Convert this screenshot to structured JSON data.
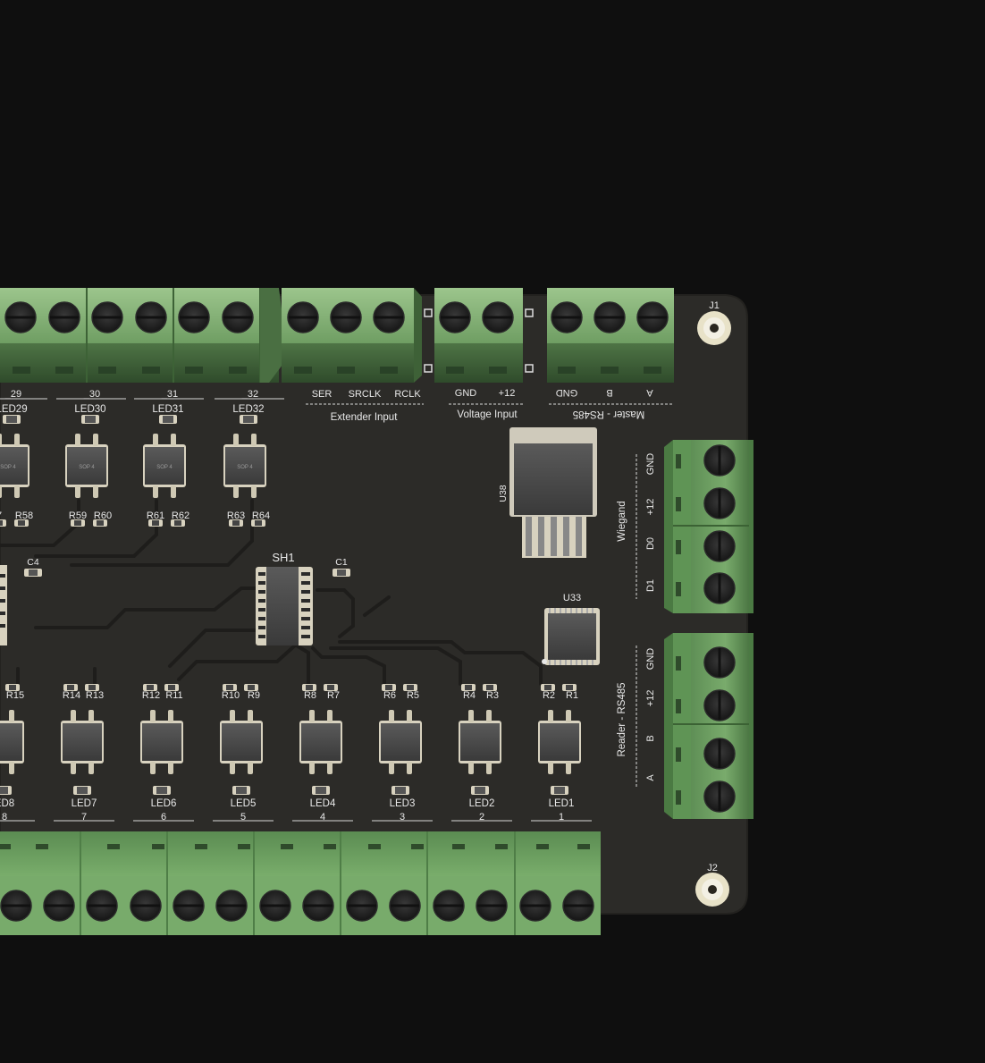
{
  "board": {
    "mount_holes": [
      {
        "label": "J1"
      },
      {
        "label": "J2"
      }
    ],
    "top_channels": [
      {
        "num": "_29",
        "led": "LED29",
        "r1": "7",
        "r2": "R58"
      },
      {
        "num": "_30",
        "led": "LED30",
        "r1": "R59",
        "r2": "R60"
      },
      {
        "num": "_31",
        "led": "LED31",
        "r1": "R61",
        "r2": "R62"
      },
      {
        "num": "_32",
        "led": "LED32",
        "r1": "R63",
        "r2": "R64"
      }
    ],
    "bottom_channels": [
      {
        "led": "ED8",
        "num": "8",
        "r1": "5",
        "r2": "R15"
      },
      {
        "led": "LED7",
        "num": "7",
        "r1": "R14",
        "r2": "R13"
      },
      {
        "led": "LED6",
        "num": "6",
        "r1": "R12",
        "r2": "R11"
      },
      {
        "led": "LED5",
        "num": "5",
        "r1": "R10",
        "r2": "R9"
      },
      {
        "led": "LED4",
        "num": "4",
        "r1": "R8",
        "r2": "R7"
      },
      {
        "led": "LED3",
        "num": "3",
        "r1": "R6",
        "r2": "R5"
      },
      {
        "led": "LED2",
        "num": "2",
        "r1": "R4",
        "r2": "R3"
      },
      {
        "led": "LED1",
        "num": "1",
        "r1": "R2",
        "r2": "R1"
      }
    ],
    "chips": {
      "sh1": "SH1",
      "c1": "C1",
      "c4": "C4",
      "u33": "U33",
      "u38": "U38",
      "sop_label": "SOP 4"
    },
    "extender_input": {
      "title": "Extender Input",
      "pins": [
        "SER",
        "SRCLK",
        "RCLK"
      ]
    },
    "voltage_input": {
      "title": "Voltage Input",
      "pins": [
        "GND",
        "+12"
      ]
    },
    "master_rs485": {
      "title": "Master - RS485",
      "pins": [
        "GND",
        "B",
        "A"
      ]
    },
    "wiegand": {
      "title": "Wiegand",
      "pins": [
        "GND",
        "+12",
        "D0",
        "D1"
      ]
    },
    "reader_rs485": {
      "title": "Reader - RS485",
      "pins": [
        "GND",
        "+12",
        "B",
        "A"
      ]
    }
  },
  "colors": {
    "background": "#0f0f0f",
    "pcb": "#2c2b28",
    "terminal_green": "#6f9e63",
    "silkscreen": "#e8e8e8",
    "ic_body": "#4a4a4a",
    "pad_gold": "#b5a47a"
  }
}
